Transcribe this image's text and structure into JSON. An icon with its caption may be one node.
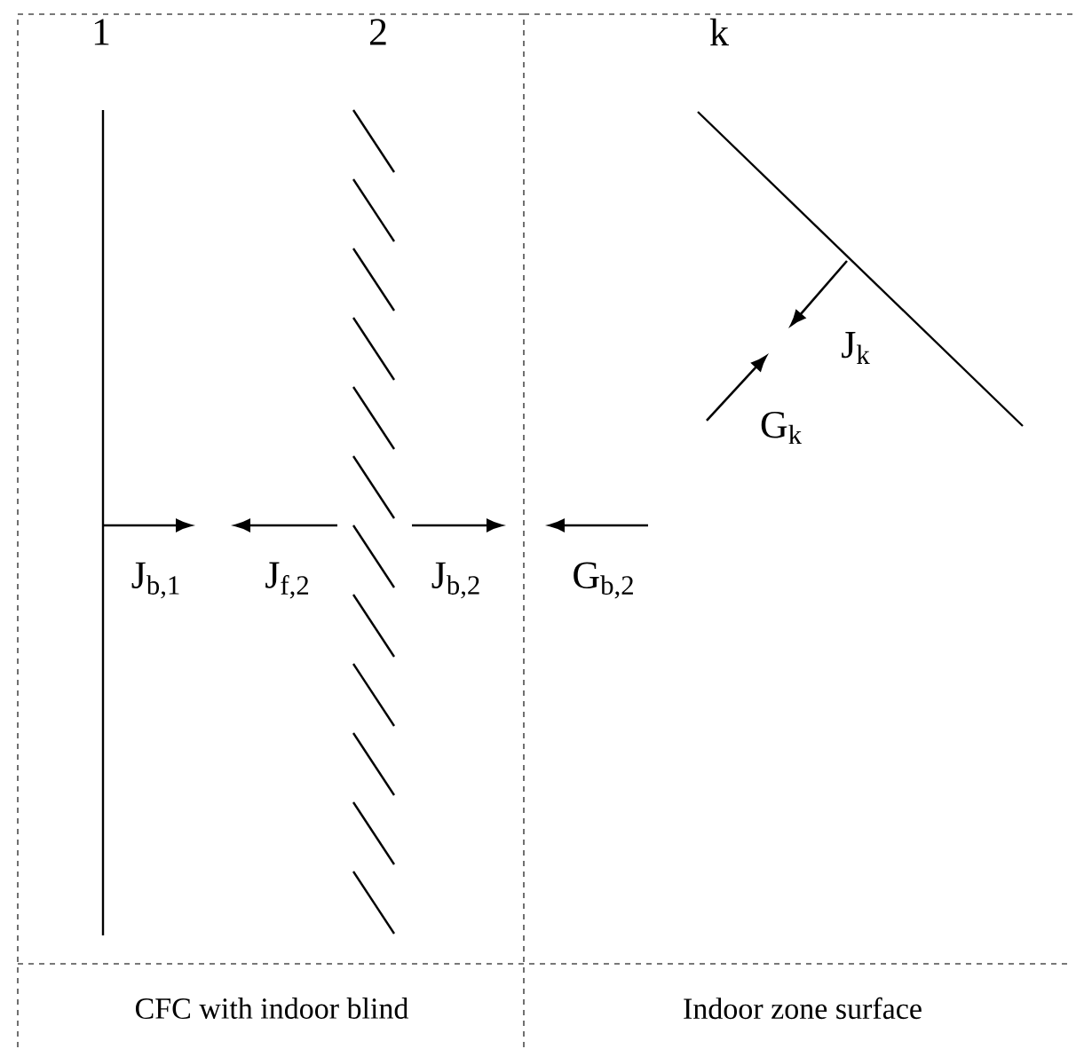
{
  "diagram": {
    "nodes": [
      {
        "text": [
          "CFC with indoor blind"
        ]
      },
      {
        "text": [
          "Indoor zone surface"
        ]
      },
      {
        "text": [
          "1"
        ],
        "in": 0
      },
      {
        "text": [
          "2"
        ],
        "in": 0
      },
      {
        "text": [
          "k"
        ],
        "in": 1
      }
    ],
    "labels": [
      "J$_{b,1}$",
      "J$_{f,2}$",
      "J$_{b,2}$",
      "G$_{b,2}$",
      "J$_{k}$",
      "G$_{k}$"
    ]
  }
}
